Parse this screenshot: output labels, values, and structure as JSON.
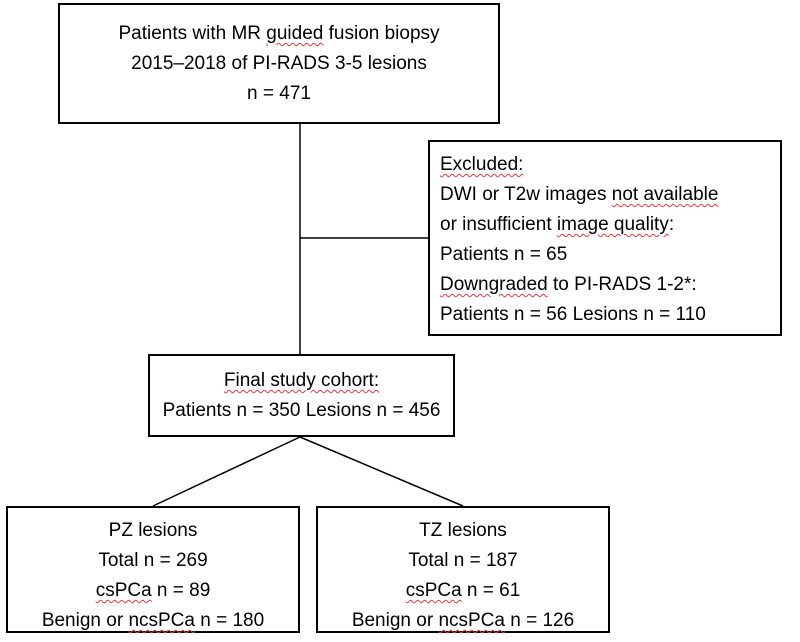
{
  "flowchart": {
    "top_box": {
      "line1_pre": "Patients with MR ",
      "line1_guided": "guided",
      "line1_post": " fusion biopsy",
      "line2": "2015–2018 of PI-RADS 3-5 lesions",
      "line3": "n = 471"
    },
    "excluded_box": {
      "line1": "Excluded:",
      "line2_pre": "DWI or T2w images ",
      "line2_squig": "not available",
      "line3_pre": "or insufficient ",
      "line3_squig": "image quality",
      "line3_post": ":",
      "line4": "Patients n = 65",
      "line5_squig": "Downgraded",
      "line5_post": " to PI-RADS 1-2*:",
      "line6": "Patients n = 56 Lesions n = 110"
    },
    "final_box": {
      "line1": "Final study cohort:",
      "line2": "Patients n = 350  Lesions n = 456"
    },
    "pz_box": {
      "line1": "PZ lesions",
      "line2": "Total n = 269",
      "line3_squig": "csPCa",
      "line3_post": " n = 89",
      "line4_pre": "Benign or ",
      "line4_squig": "ncsPCa",
      "line4_post": " n = 180"
    },
    "tz_box": {
      "line1": "TZ lesions",
      "line2": "Total n = 187",
      "line3_squig": "csPCa",
      "line3_post": " n = 61",
      "line4_pre": "Benign or ",
      "line4_squig": "ncsPCa",
      "line4_post": " n = 126"
    }
  },
  "colors": {
    "line": "#000000",
    "spellcheck_underline": "#e0393e"
  }
}
